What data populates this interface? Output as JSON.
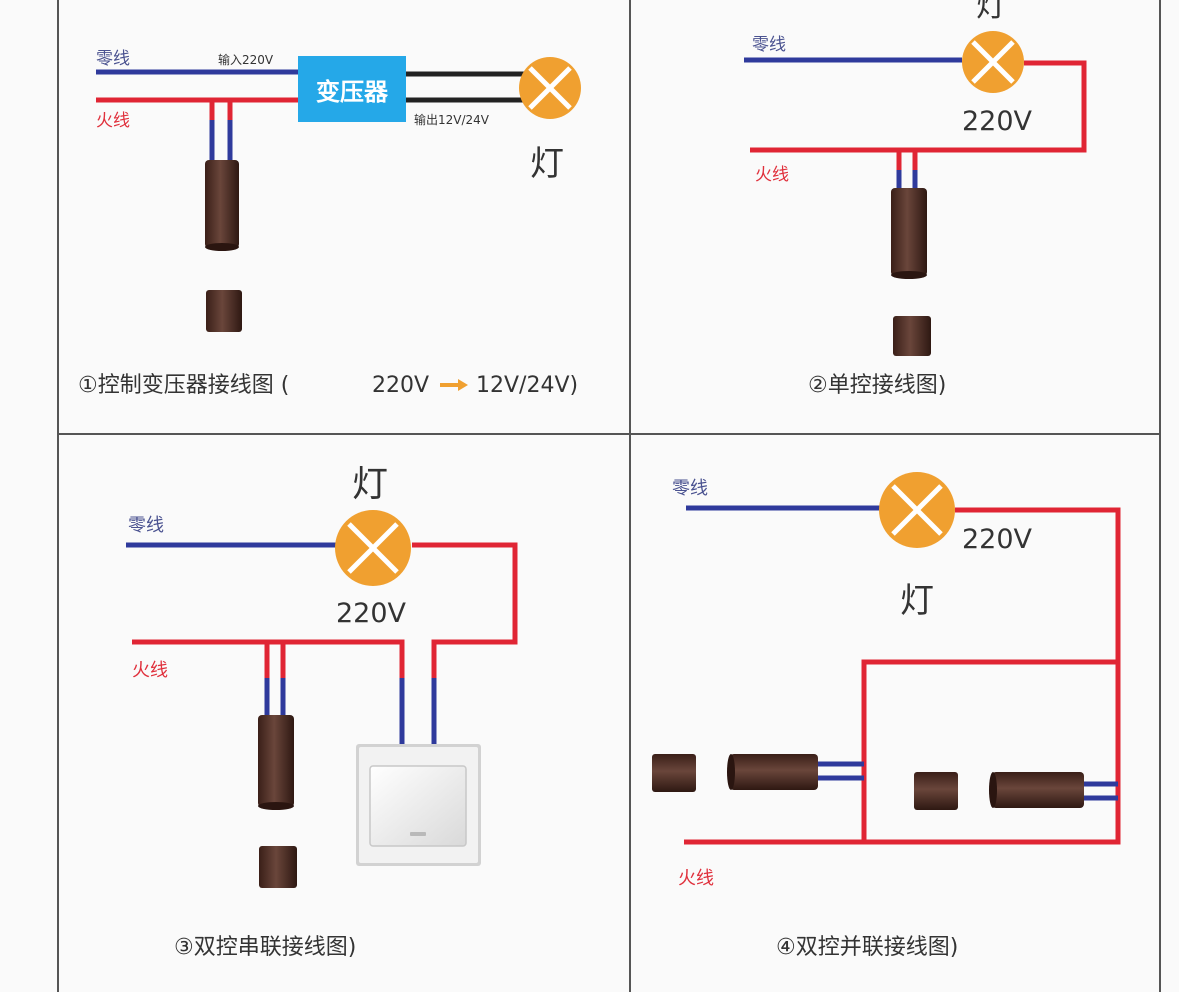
{
  "colors": {
    "neutral_wire": "#2f3a9c",
    "live_wire": "#e02534",
    "lamp": "#f0a030",
    "sensor_body": "#4a2a22",
    "transformer": "#25a8e8",
    "grid_line": "#555555",
    "label_neutral": "#4a5290",
    "label_live": "#e0303c"
  },
  "icons": {
    "lamp": "lamp-cross-circle-icon",
    "sensor": "magnetic-reed-sensor-icon",
    "magnet": "magnet-block-icon",
    "wall_switch": "wall-switch-icon",
    "arrow": "orange-right-arrow-icon"
  },
  "panel1": {
    "neutral_label": "零线",
    "live_label": "火线",
    "input_label": "输入220V",
    "transformer_label": "变压器",
    "output_label": "输出12V/24V",
    "lamp_label": "灯",
    "caption_prefix": "①控制变压器接线图 (",
    "caption_in": "220V",
    "caption_out": "12V/24V)"
  },
  "panel2": {
    "neutral_label": "零线",
    "live_label": "火线",
    "lamp_label": "灯",
    "voltage_label": "220V",
    "caption": "②单控接线图)"
  },
  "panel3": {
    "neutral_label": "零线",
    "live_label": "火线",
    "lamp_label": "灯",
    "voltage_label": "220V",
    "caption": "③双控串联接线图)"
  },
  "panel4": {
    "neutral_label": "零线",
    "live_label": "火线",
    "lamp_label": "灯",
    "voltage_label": "220V",
    "caption": "④双控并联接线图)"
  }
}
